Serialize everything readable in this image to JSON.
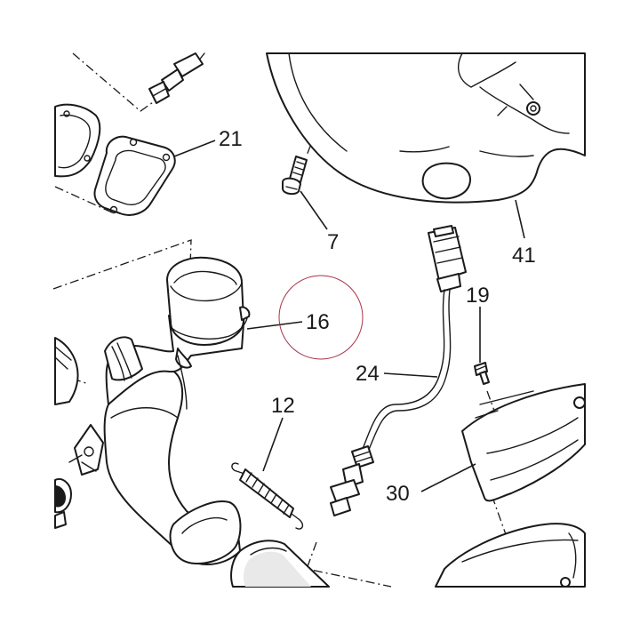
{
  "parts": [
    {
      "id": "p21",
      "number": "21"
    },
    {
      "id": "p7",
      "number": "7"
    },
    {
      "id": "p41",
      "number": "41"
    },
    {
      "id": "p16",
      "number": "16"
    },
    {
      "id": "p19",
      "number": "19"
    },
    {
      "id": "p24",
      "number": "24"
    },
    {
      "id": "p12",
      "number": "12"
    },
    {
      "id": "p30",
      "number": "30"
    }
  ],
  "highlight": {
    "part": "16",
    "color": "#a8334a"
  },
  "colors": {
    "line": "#1a1a1a",
    "background": "#ffffff"
  }
}
